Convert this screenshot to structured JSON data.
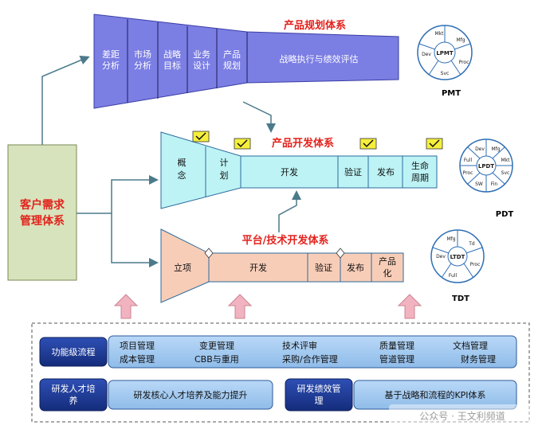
{
  "planning": {
    "title": "产品规划体系",
    "cells": [
      [
        "差距",
        "分析"
      ],
      [
        "市场",
        "分析"
      ],
      [
        "战略",
        "目标"
      ],
      [
        "业务",
        "设计"
      ],
      [
        "产品",
        "规划"
      ]
    ],
    "tail": "战略执行与绩效评估"
  },
  "development": {
    "title": "产品开发体系",
    "stages": [
      "概",
      "念",
      "计",
      "划",
      "开发",
      "验证",
      "发布",
      "生命",
      "周期"
    ]
  },
  "platform": {
    "title": "平台/技术开发体系",
    "stages": [
      "立项",
      "开发",
      "验证",
      "发布",
      "产品",
      "化"
    ]
  },
  "customer": {
    "line1": "客户需求",
    "line2": "管理体系"
  },
  "wheels": {
    "pmt": {
      "label": "PMT",
      "center": "LPMT",
      "items": [
        "Mkt",
        "Mfg",
        "Proc",
        "Svc",
        "Dev"
      ]
    },
    "pdt": {
      "label": "PDT",
      "center": "LPDT",
      "items": [
        "Dev",
        "Mfg",
        "Mkt",
        "Svc",
        "Fin",
        "SW",
        "Proc",
        "Full"
      ]
    },
    "tdt": {
      "label": "TDT",
      "center": "LTDT",
      "items": [
        "Mfg",
        "Td",
        "Proc",
        "Full",
        "Dev"
      ]
    }
  },
  "support": {
    "functional": {
      "label": "功能级流程",
      "row1": [
        "项目管理",
        "变更管理",
        "技术评审",
        "质量管理",
        "文档管理"
      ],
      "row2": [
        "成本管理",
        "CBB与重用",
        "采购/合作管理",
        "管道管理",
        "财务管理"
      ]
    },
    "talent": {
      "label1": "研发人才培",
      "label2": "养",
      "content": "研发核心人才培养及能力提升"
    },
    "performance": {
      "label1": "研发绩效管",
      "label2": "理",
      "content": "基于战略和流程的KPI体系"
    }
  },
  "watermark": "公众号 · 王文利频道",
  "colors": {
    "planning": "#7b7ee3",
    "development": "#bdf3f5",
    "platform": "#f8cdb8",
    "customer": "#d7e3bc",
    "support": "#1c3a96",
    "arrow": "#4b7a8a",
    "up_arrow": "#f2b3c0"
  }
}
